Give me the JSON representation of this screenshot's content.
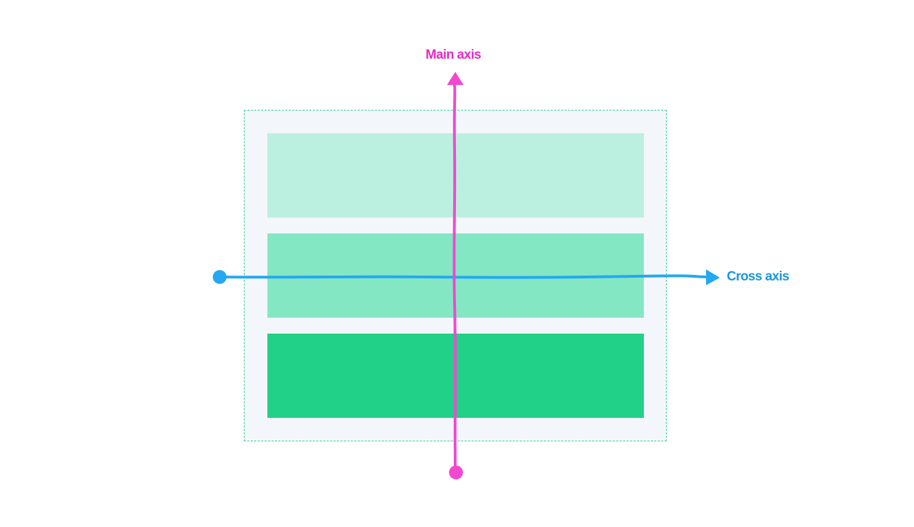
{
  "labels": {
    "main_axis": "Main axis",
    "cross_axis": "Cross axis"
  },
  "colors": {
    "main_axis": "#f347d1",
    "main_axis_text": "#e52bc4",
    "cross_axis": "#24a8f2",
    "cross_axis_text": "#1996de",
    "container_bg": "#f3f7fc",
    "container_border": "#2fd08f",
    "item_1": "#bbefdf",
    "item_2": "#84e7c3",
    "item_3": "#21d187"
  },
  "flex": {
    "direction": "column",
    "item_count": 3
  }
}
